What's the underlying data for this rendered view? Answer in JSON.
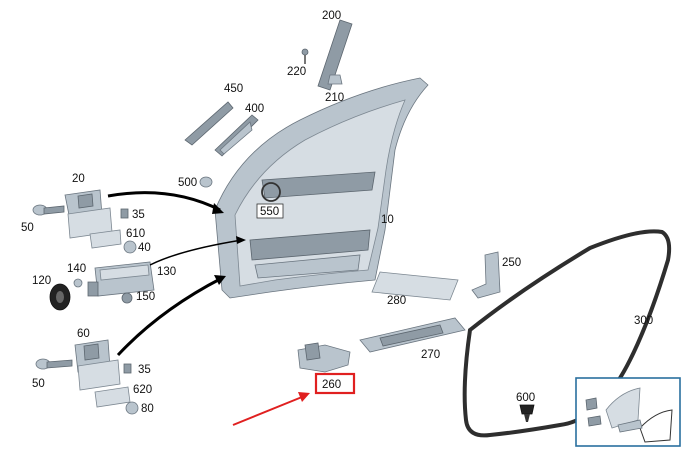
{
  "labels": {
    "p200": "200",
    "p220": "220",
    "p210": "210",
    "p450": "450",
    "p400": "400",
    "p500": "500",
    "p550": "550",
    "p10": "10",
    "p20": "20",
    "p35a": "35",
    "p50a": "50",
    "p610": "610",
    "p40": "40",
    "p140": "140",
    "p120": "120",
    "p130": "130",
    "p150": "150",
    "p60": "60",
    "p35b": "35",
    "p50b": "50",
    "p620": "620",
    "p80": "80",
    "p250": "250",
    "p280": "280",
    "p270": "270",
    "p260": "260",
    "p300": "300",
    "p600": "600"
  },
  "highlight": {
    "part": "260",
    "color": "#e02020"
  },
  "colors": {
    "part_fill": "#b9c4cd",
    "part_edge": "#6b7680",
    "thumb_border": "#2a6f9e"
  }
}
